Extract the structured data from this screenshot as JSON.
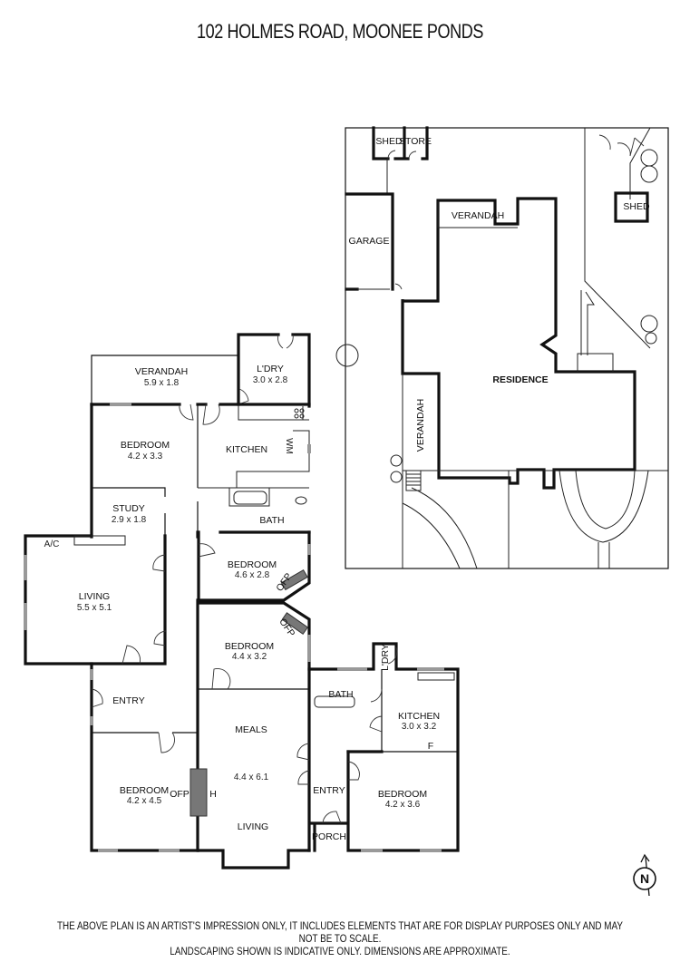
{
  "title": "102 HOLMES ROAD, MOONEE PONDS",
  "disclaimer": {
    "line1": "THE ABOVE PLAN IS AN ARTIST'S IMPRESSION ONLY, IT INCLUDES ELEMENTS THAT ARE FOR DISPLAY PURPOSES ONLY AND MAY NOT BE TO SCALE.",
    "line2": "LANDSCAPING SHOWN IS INDICATIVE ONLY. DIMENSIONS ARE APPROXIMATE."
  },
  "site_plan": {
    "shed1": "SHED",
    "store": "STORE",
    "shed2": "SHED",
    "garage": "GARAGE",
    "verandah_top": "VERANDAH",
    "verandah_side": "VERANDAH",
    "residence": "RESIDENCE"
  },
  "floor_plan": {
    "rooms": {
      "verandah": {
        "name": "VERANDAH",
        "dim": "5.9 x 1.8"
      },
      "laundry": {
        "name": "L'DRY",
        "dim": "3.0 x 2.8"
      },
      "bedroom1": {
        "name": "BEDROOM",
        "dim": "4.2 x 3.3"
      },
      "kitchen1": {
        "name": "KITCHEN"
      },
      "study": {
        "name": "STUDY",
        "dim": "2.9 x 1.8"
      },
      "bath1": {
        "name": "BATH"
      },
      "living": {
        "name": "LIVING",
        "dim": "5.5 x 5.1"
      },
      "bedroom2": {
        "name": "BEDROOM",
        "dim": "4.6 x 2.8"
      },
      "bedroom3": {
        "name": "BEDROOM",
        "dim": "4.4 x 3.2"
      },
      "entry1": {
        "name": "ENTRY"
      },
      "meals": {
        "name": "MEALS",
        "dim": "4.4 x 6.1",
        "sub": "LIVING"
      },
      "bedroom4": {
        "name": "BEDROOM",
        "dim": "4.2 x 4.5"
      },
      "laundry2": {
        "name": "L'DRY"
      },
      "bath2": {
        "name": "BATH"
      },
      "kitchen2": {
        "name": "KITCHEN",
        "dim": "3.0 x 3.2",
        "fridge": "F"
      },
      "entry2": {
        "name": "ENTRY"
      },
      "porch": {
        "name": "PORCH"
      },
      "bedroom5": {
        "name": "BEDROOM",
        "dim": "4.2 x 3.6"
      }
    },
    "annotations": {
      "ac": "A/C",
      "ofp1": "OFP",
      "ofp2": "OFP",
      "ofp3": "OFP",
      "heater": "H",
      "wm": "WM"
    }
  },
  "compass": {
    "label": "N"
  }
}
